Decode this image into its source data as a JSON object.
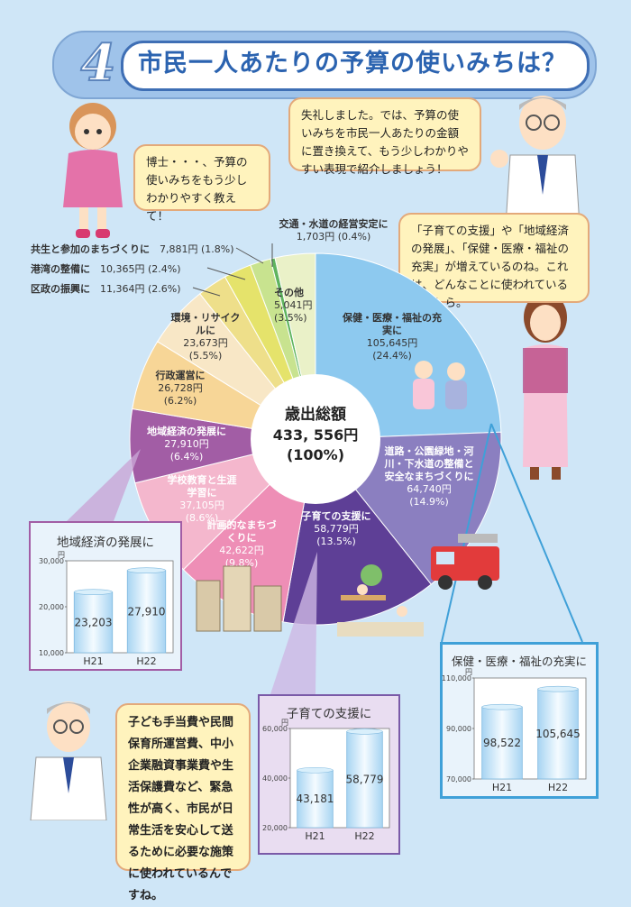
{
  "header": {
    "number": "4",
    "title": "市民一人あたりの予算の使いみちは？"
  },
  "bubbles": {
    "girl": "博士・・・、予算の使いみちをもう少しわかりやすく教えて！",
    "doctor_top": "失礼しました。では、予算の使いみちを市民一人あたりの金額に置き換えて、もう少しわかりやすい表現で紹介しましょう！",
    "woman": "「子育ての支援」や「地域経済の発展」、「保健・医療・福祉の充実」が増えているのね。これは、どんなことに使われているのかしら。",
    "doctor_bottom": "子ども手当費や民間保育所運営費、中小企業融資事業費や生活保護費など、緊急性が高く、市民が日常生活を安心して送るために必要な施策に使われているんですね。"
  },
  "pie_center": {
    "title": "歳出総額",
    "amount": "433, 556円",
    "percent": "(100%)"
  },
  "chart_data": [
    {
      "type": "pie",
      "title": "歳出総額",
      "total": 433556,
      "unit": "円",
      "slices": [
        {
          "name": "保健・医療・福祉の充実に",
          "value": 105645,
          "value_label": "105,645円",
          "percent": 24.4,
          "percent_label": "(24.4%)",
          "color": "#8dc9ef"
        },
        {
          "name": "道路・公園緑地・河川・下水道の整備と安全なまちづくりに",
          "value": 64740,
          "value_label": "64,740円",
          "percent": 14.9,
          "percent_label": "(14.9%)",
          "color": "#8b7fc0"
        },
        {
          "name": "子育ての支援に",
          "value": 58779,
          "value_label": "58,779円",
          "percent": 13.5,
          "percent_label": "(13.5%)",
          "color": "#5e3f96"
        },
        {
          "name": "計画的なまちづくりに",
          "value": 42622,
          "value_label": "42,622円",
          "percent": 9.8,
          "percent_label": "(9.8%)",
          "color": "#ee8eb6"
        },
        {
          "name": "学校教育と生涯学習に",
          "value": 37105,
          "value_label": "37,105円",
          "percent": 8.6,
          "percent_label": "(8.6%)",
          "color": "#f4b7cd"
        },
        {
          "name": "地域経済の発展に",
          "value": 27910,
          "value_label": "27,910円",
          "percent": 6.4,
          "percent_label": "(6.4%)",
          "color": "#a25da5"
        },
        {
          "name": "行政運営に",
          "value": 26728,
          "value_label": "26,728円",
          "percent": 6.2,
          "percent_label": "(6.2%)",
          "color": "#f7d697"
        },
        {
          "name": "環境・リサイクルに",
          "value": 23673,
          "value_label": "23,673円",
          "percent": 5.5,
          "percent_label": "(5.5%)",
          "color": "#f8e7c6"
        },
        {
          "name": "区政の振興に",
          "value": 11364,
          "value_label": "11,364円",
          "percent": 2.6,
          "percent_label": "(2.6%)",
          "color": "#eedf8a"
        },
        {
          "name": "港湾の整備に",
          "value": 10365,
          "value_label": "10,365円",
          "percent": 2.4,
          "percent_label": "(2.4%)",
          "color": "#e5e36b"
        },
        {
          "name": "共生と参加のまちづくりに",
          "value": 7881,
          "value_label": "7,881円",
          "percent": 1.8,
          "percent_label": "(1.8%)",
          "color": "#c8e38f"
        },
        {
          "name": "交通・水道の経営安定に",
          "value": 1703,
          "value_label": "1,703円",
          "percent": 0.4,
          "percent_label": "(0.4%)",
          "color": "#5fb45f"
        },
        {
          "name": "その他",
          "value": 5041,
          "value_label": "5,041円",
          "percent": 3.5,
          "percent_label": "(3.5%)",
          "color": "#eaf1c8"
        }
      ]
    },
    {
      "type": "bar",
      "title": "地域経済の発展に",
      "unit": "円",
      "categories": [
        "H21",
        "H22"
      ],
      "values": [
        23203,
        27910
      ],
      "value_labels": [
        "23,203",
        "27,910"
      ],
      "ylim": [
        10000,
        30000
      ],
      "yticks": [
        "30,000",
        "20,000",
        "10,000"
      ],
      "border_color": "#a25da5"
    },
    {
      "type": "bar",
      "title": "子育ての支援に",
      "unit": "円",
      "categories": [
        "H21",
        "H22"
      ],
      "values": [
        43181,
        58779
      ],
      "value_labels": [
        "43,181",
        "58,779"
      ],
      "ylim": [
        20000,
        60000
      ],
      "yticks": [
        "60,000",
        "40,000",
        "20,000"
      ],
      "border_color": "#5e3f96"
    },
    {
      "type": "bar",
      "title": "保健・医療・福祉の充実に",
      "unit": "円",
      "categories": [
        "H21",
        "H22"
      ],
      "values": [
        98522,
        105645
      ],
      "value_labels": [
        "98,522",
        "105,645"
      ],
      "ylim": [
        70000,
        110000
      ],
      "yticks": [
        "110,000",
        "90,000",
        "70,000"
      ],
      "border_color": "#3fa0d8"
    }
  ]
}
